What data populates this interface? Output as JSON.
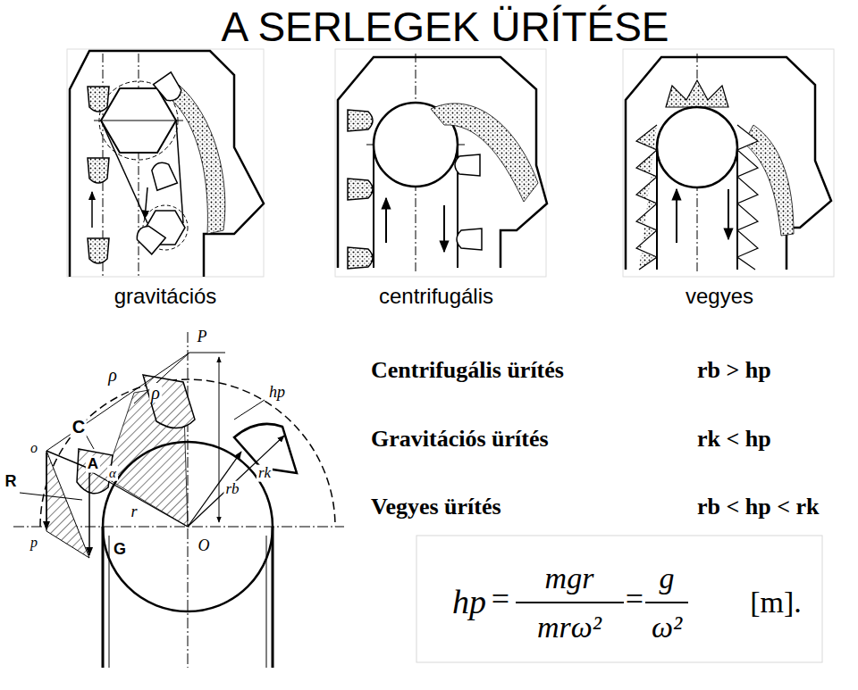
{
  "diagram": {
    "title": "A SERLEGEK ÜRÍTÉSE",
    "labels": [
      "gravitációs",
      "centrifugális",
      "vegyes",
      "P",
      "ρ",
      "ρ",
      "hp",
      "C",
      "o",
      "A",
      "α",
      "R",
      "r",
      "rb",
      "rk",
      "p",
      "G",
      "O",
      "Centrifugális ürítés",
      "rb > hp",
      "Gravitációs ürítés",
      "rk < hp",
      "Vegyes ürítés",
      "rb < hp < rk",
      "hp",
      "=",
      "mgr",
      "mrω²",
      "=",
      "g",
      "ω²",
      "[m]."
    ]
  }
}
